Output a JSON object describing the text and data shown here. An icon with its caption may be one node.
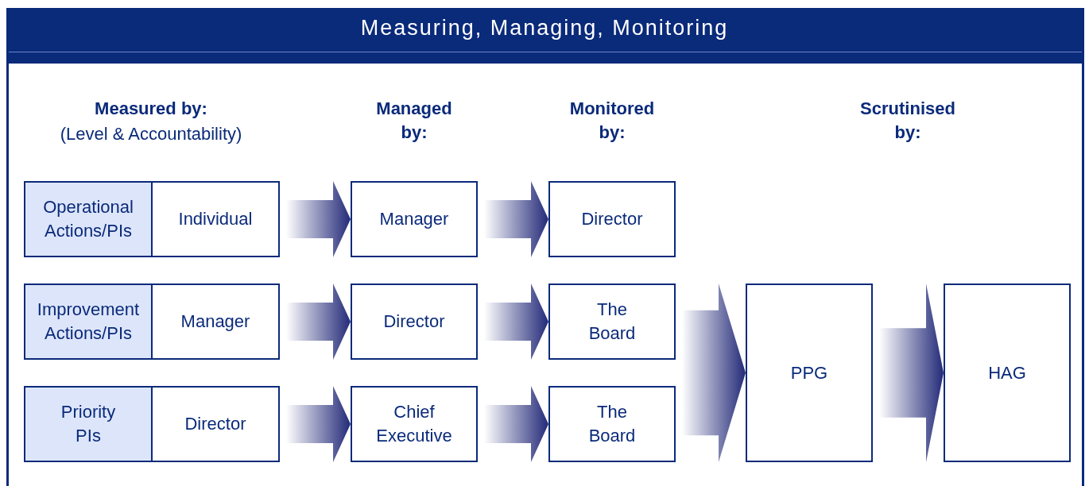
{
  "diagram": {
    "title": "Measuring, Managing, Monitoring",
    "nodes": [
      {
        "text": [
          "Operational Actions/PIs"
        ]
      },
      {
        "text": [
          "Individual"
        ]
      },
      {
        "text": [
          "Manager"
        ]
      },
      {
        "text": [
          "Director"
        ]
      },
      {
        "text": [
          "Improvement Actions/PIs"
        ]
      },
      {
        "text": [
          "Manager"
        ]
      },
      {
        "text": [
          "Director"
        ]
      },
      {
        "text": [
          "The Board"
        ]
      },
      {
        "text": [
          "Priority PIs"
        ]
      },
      {
        "text": [
          "Director"
        ]
      },
      {
        "text": [
          "Chief Executive"
        ]
      },
      {
        "text": [
          "The Board"
        ]
      },
      {
        "text": [
          "PPG"
        ]
      },
      {
        "text": [
          "HAG"
        ]
      }
    ],
    "edges": [
      {
        "from": 1,
        "to": 2,
        "arrow": "to"
      },
      {
        "from": 2,
        "to": 3,
        "arrow": "to"
      },
      {
        "from": 5,
        "to": 6,
        "arrow": "to"
      },
      {
        "from": 6,
        "to": 7,
        "arrow": "to"
      },
      {
        "from": 9,
        "to": 10,
        "arrow": "to"
      },
      {
        "from": 10,
        "to": 11,
        "arrow": "to"
      },
      {
        "from": 7,
        "to": 12,
        "arrow": "to"
      },
      {
        "from": 11,
        "to": 12,
        "arrow": "to"
      },
      {
        "from": 12,
        "to": 13,
        "arrow": "to"
      }
    ],
    "labels": [
      "Measured by:",
      "(Level & Accountability)",
      "Managed by:",
      "Monitored by:",
      "Scrutinised by:"
    ]
  }
}
